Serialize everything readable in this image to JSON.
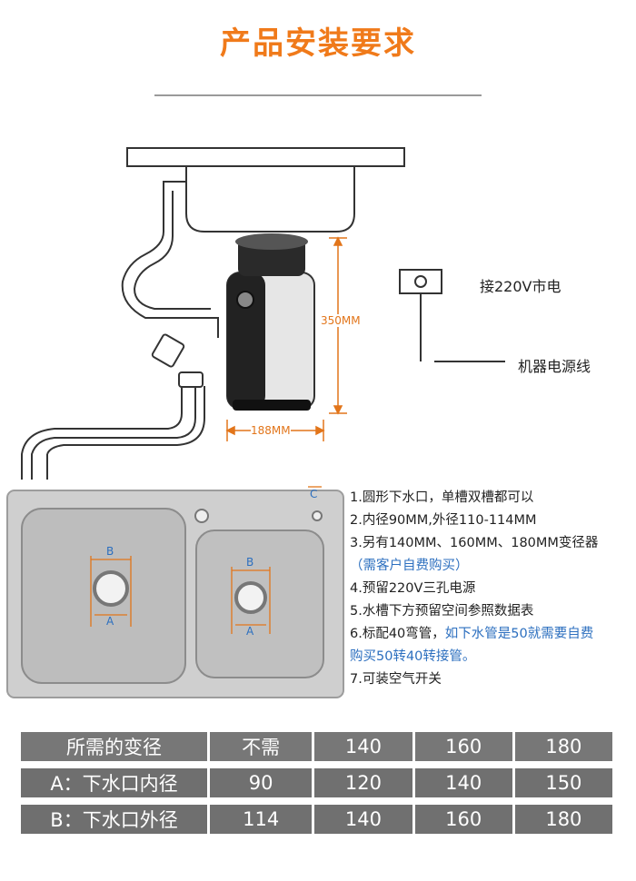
{
  "title": "产品安装要求",
  "colors": {
    "title": "#f07a1a",
    "dimension": "#e2751a",
    "note_blue": "#2c6fbf",
    "table_bg": "#707070"
  },
  "diagram": {
    "power_label": "接220V市电",
    "cord_label": "机器电源线",
    "height_label": "350MM",
    "width_label": "188MM",
    "sink_marks": {
      "c": "C",
      "b_left": "B",
      "a_left": "A",
      "b_right": "B",
      "a_right": "A"
    }
  },
  "notes": {
    "n1": "1.圆形下水口，单槽双槽都可以",
    "n2": "2.内径90MM,外径110-114MM",
    "n3": "3.另有140MM、160MM、180MM变径器",
    "n3b": "（需客户自费购买）",
    "n4": "4.预留220V三孔电源",
    "n5": "5.水槽下方预留空间参照数据表",
    "n6a": "6.标配40弯管，",
    "n6b": "如下水管是50就需要自费",
    "n6c": "购买50转40转接管。",
    "n7": "7.可装空气开关"
  },
  "table": {
    "headers": [
      "所需的变径",
      "不需",
      "140",
      "160",
      "180"
    ],
    "rows": [
      [
        "A：下水口内径",
        "90",
        "120",
        "140",
        "150"
      ],
      [
        "B：下水口外径",
        "114",
        "140",
        "160",
        "180"
      ]
    ]
  }
}
